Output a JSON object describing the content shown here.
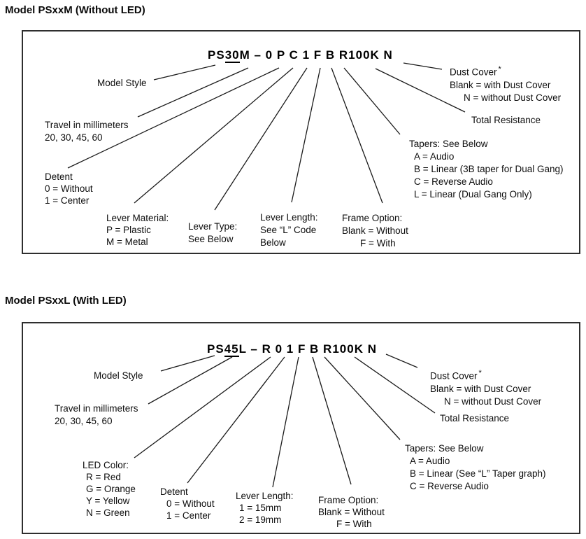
{
  "page": {
    "background": "#ffffff",
    "text_color": "#0d0d0d",
    "border_color": "#2e2e2e",
    "line_color": "#1a1a1a"
  },
  "sections": [
    {
      "heading": "Model PSxxM (Without LED)",
      "part_number": {
        "pre": "PS",
        "travel": "30",
        "post": "M – 0 P C 1 F B R100K N"
      },
      "labels": {
        "model_style": "Model Style",
        "travel": [
          "Travel in millimeters",
          "20, 30, 45, 60"
        ],
        "detent": [
          "Detent",
          "0 = Without",
          "1 = Center"
        ],
        "lever_material": [
          "Lever Material:",
          "P = Plastic",
          "M = Metal"
        ],
        "lever_type": [
          "Lever Type:",
          "See Below"
        ],
        "lever_length": [
          "Lever Length:",
          "See “L” Code",
          "Below"
        ],
        "frame_option": [
          "Frame Option:",
          "Blank = Without",
          "F = With"
        ],
        "tapers": [
          "Tapers: See Below",
          "A = Audio",
          "B = Linear (3B taper for Dual Gang)",
          "C = Reverse Audio",
          "L = Linear (Dual Gang Only)"
        ],
        "total_resistance": "Total Resistance",
        "dust_cover": {
          "title": "Dust Cover",
          "star": "*",
          "rows": [
            "Blank = with Dust Cover",
            "N = without Dust Cover"
          ]
        }
      }
    },
    {
      "heading": "Model PSxxL (With LED)",
      "part_number": {
        "pre": "PS",
        "travel": "45",
        "post": "L – R 0 1 F B R100K N"
      },
      "labels": {
        "model_style": "Model Style",
        "travel": [
          "Travel in millimeters",
          "20, 30, 45, 60"
        ],
        "led_color": [
          "LED Color:",
          "R = Red",
          "G = Orange",
          "Y = Yellow",
          "N = Green"
        ],
        "detent": [
          "Detent",
          "0 = Without",
          "1 = Center"
        ],
        "lever_length": [
          "Lever Length:",
          "1 = 15mm",
          "2 = 19mm"
        ],
        "frame_option": [
          "Frame Option:",
          "Blank = Without",
          "F = With"
        ],
        "tapers": [
          "Tapers: See Below",
          "A = Audio",
          "B = Linear (See “L” Taper graph)",
          "C = Reverse Audio"
        ],
        "total_resistance": "Total Resistance",
        "dust_cover": {
          "title": "Dust Cover",
          "star": "*",
          "rows": [
            "Blank = with Dust Cover",
            "N = without Dust Cover"
          ]
        }
      }
    }
  ]
}
